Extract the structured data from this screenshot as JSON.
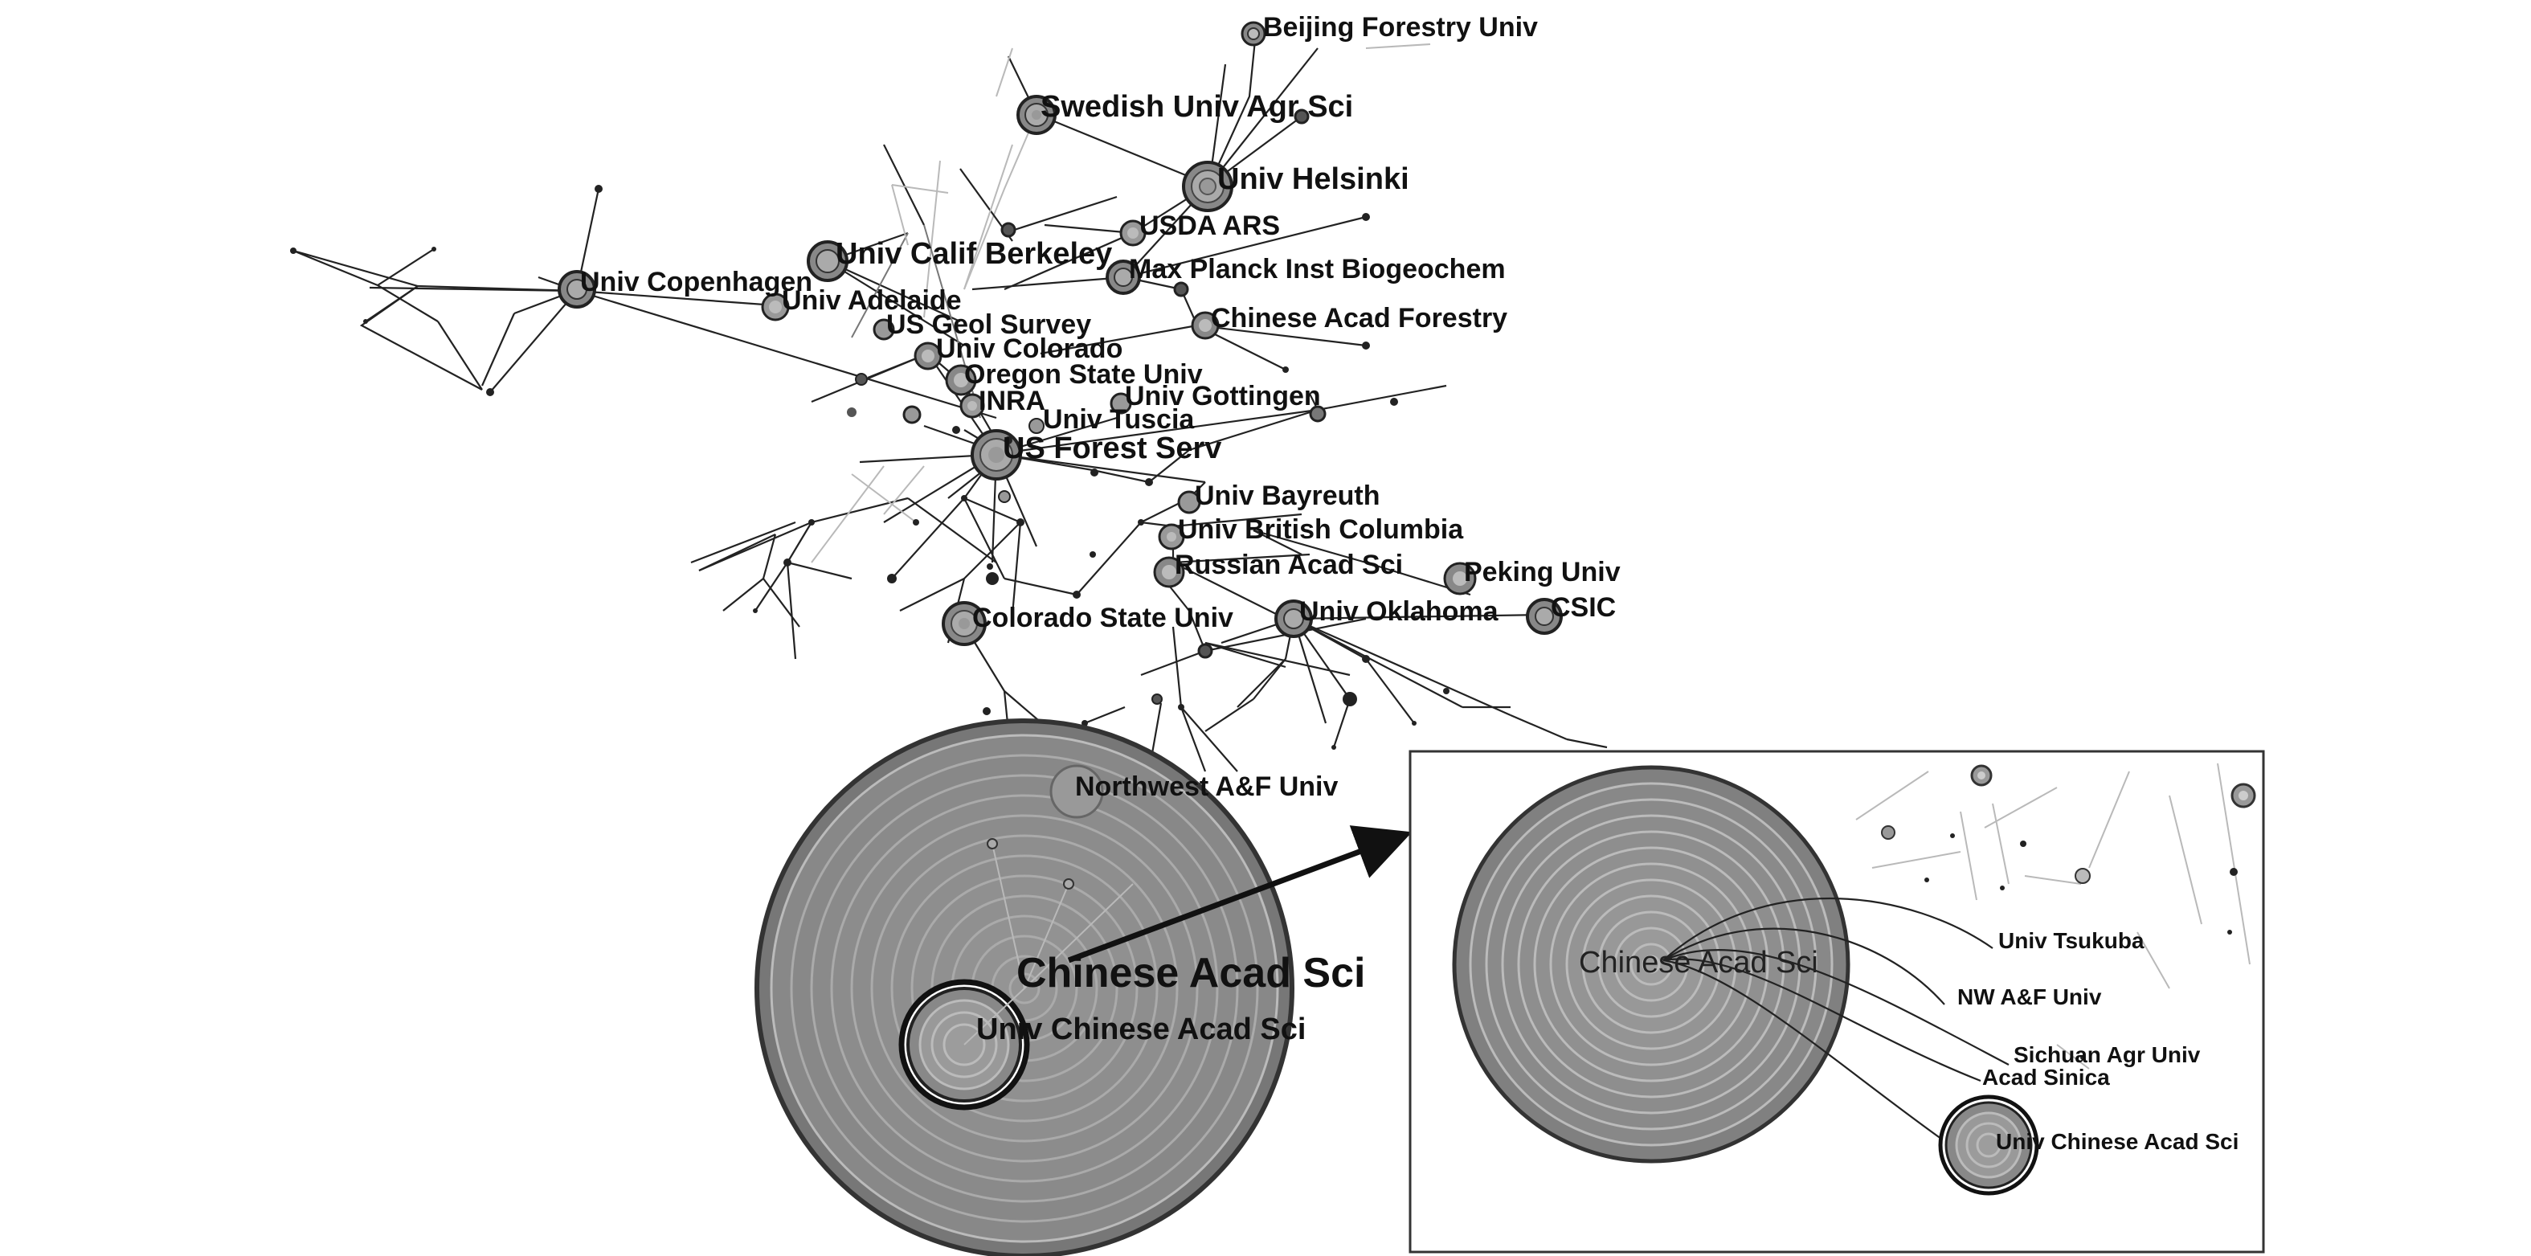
{
  "network": {
    "labels": [
      {
        "key": "beijing_forestry",
        "text": "Beijing Forestry Univ"
      },
      {
        "key": "swedish_agr",
        "text": "Swedish Univ Agr Sci"
      },
      {
        "key": "helsinki",
        "text": "Univ Helsinki"
      },
      {
        "key": "usda_ars",
        "text": "USDA ARS"
      },
      {
        "key": "berkeley",
        "text": "Univ Calif Berkeley"
      },
      {
        "key": "max_planck",
        "text": "Max Planck Inst Biogeochem"
      },
      {
        "key": "copenhagen",
        "text": "Univ Copenhagen"
      },
      {
        "key": "adelaide",
        "text": "Univ Adelaide"
      },
      {
        "key": "chinese_forestry",
        "text": "Chinese Acad Forestry"
      },
      {
        "key": "us_geol",
        "text": "US Geol Survey"
      },
      {
        "key": "colorado",
        "text": "Univ Colorado"
      },
      {
        "key": "oregon_state",
        "text": "Oregon State Univ"
      },
      {
        "key": "gottingen",
        "text": "Univ Gottingen"
      },
      {
        "key": "inra",
        "text": "INRA"
      },
      {
        "key": "tuscia",
        "text": "Univ Tuscia"
      },
      {
        "key": "us_forest",
        "text": "US Forest Serv"
      },
      {
        "key": "bayreuth",
        "text": "Univ Bayreuth"
      },
      {
        "key": "british_columbia",
        "text": "Univ British Columbia"
      },
      {
        "key": "russian_acad",
        "text": "Russian Acad Sci"
      },
      {
        "key": "peking",
        "text": "Peking Univ"
      },
      {
        "key": "colorado_state",
        "text": "Colorado State Univ"
      },
      {
        "key": "oklahoma",
        "text": "Univ Oklahoma"
      },
      {
        "key": "csic",
        "text": "CSIC"
      },
      {
        "key": "northwest_af",
        "text": "Northwest A&F Univ"
      },
      {
        "key": "chinese_acad_sci",
        "text": "Chinese Acad Sci"
      },
      {
        "key": "univ_chinese_acad_sci",
        "text": "Univ Chinese Acad Sci"
      }
    ]
  },
  "inset": {
    "center_label": "Chinese Acad Sci",
    "labels": [
      {
        "key": "tsukuba",
        "text": "Univ Tsukuba"
      },
      {
        "key": "nw_af",
        "text": "NW A&F Univ"
      },
      {
        "key": "sichuan_agr",
        "text": "Sichuan Agr Univ"
      },
      {
        "key": "acad_sinica",
        "text": "Acad Sinica"
      },
      {
        "key": "univ_chinese_acad_sci",
        "text": "Univ Chinese Acad Sci"
      }
    ]
  }
}
